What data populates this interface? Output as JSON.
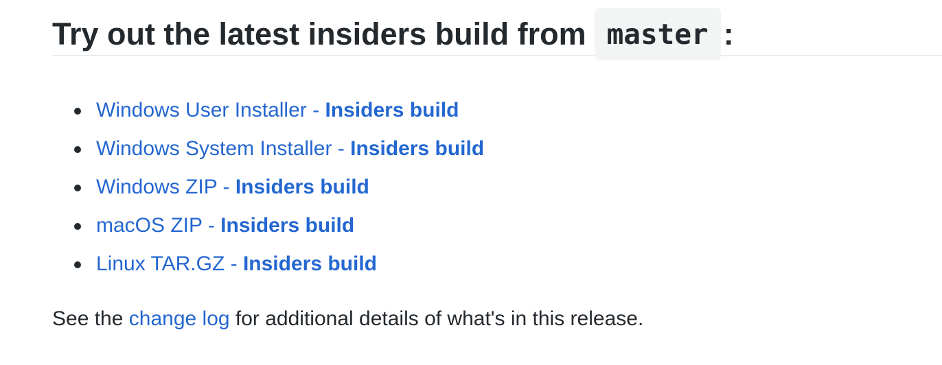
{
  "heading": {
    "prefix": "Try out the latest insiders build from",
    "code": "master",
    "suffix": ":"
  },
  "links": [
    {
      "name": "Windows User Installer",
      "separator": " - ",
      "build": "Insiders build"
    },
    {
      "name": "Windows System Installer",
      "separator": " - ",
      "build": "Insiders build"
    },
    {
      "name": "Windows ZIP",
      "separator": " - ",
      "build": "Insiders build"
    },
    {
      "name": "macOS ZIP",
      "separator": " - ",
      "build": "Insiders build"
    },
    {
      "name": "Linux TAR.GZ",
      "separator": " - ",
      "build": "Insiders build"
    }
  ],
  "footer": {
    "before": "See the ",
    "link": "change log",
    "after": " for additional details of what's in this release."
  },
  "colors": {
    "link": "#2467d0",
    "text": "#24292e",
    "code_bg": "#f3f4f4",
    "rule": "#eaecef"
  }
}
